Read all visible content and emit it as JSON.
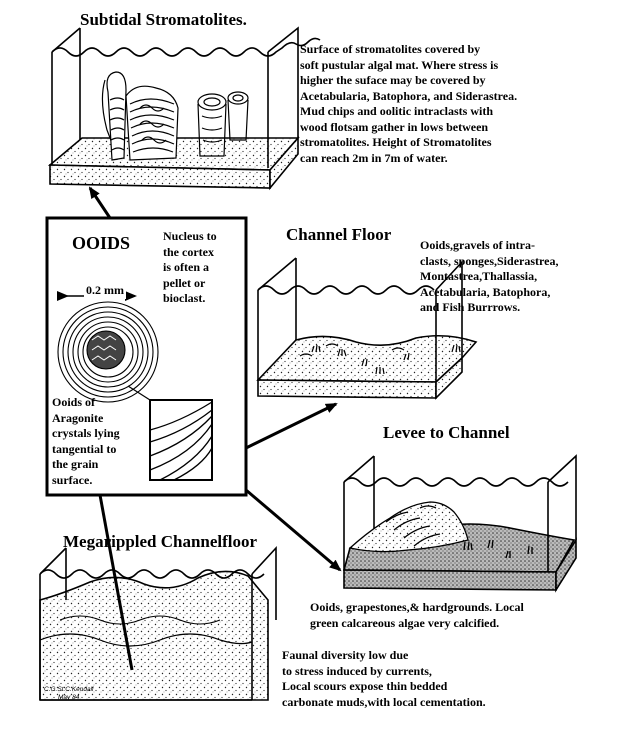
{
  "subtidal": {
    "title": "Subtidal   Stromatolites.",
    "desc": [
      "Surface of stromatolites covered by",
      "soft  pustular algal mat.   Where stress is",
      "higher the suface may be covered by",
      "Acetabularia,  Batophora, and Siderastrea.",
      "Mud chips and oolitic intraclasts with",
      "wood flotsam gather in lows between",
      "stromatolites.  Height of Stromatolites",
      "can reach 2m in 7m of water."
    ]
  },
  "ooids": {
    "title": "OOIDS",
    "nucleus": [
      "Nucleus to",
      "the cortex",
      "is often a",
      "pellet or",
      "bioclast."
    ],
    "scale": "0.2 mm",
    "aragonite": [
      "Ooids  of",
      "Aragonite",
      "crystals lying",
      "tangential to",
      "the grain",
      "surface."
    ]
  },
  "channel_floor": {
    "title": "Channel Floor",
    "desc": [
      "Ooids,gravels of intra-",
      "clasts,  sponges,Siderastrea,",
      "Montastrea,Thallassia,",
      "Acetabularia, Batophora,",
      "and Fish Burrrows."
    ]
  },
  "levee": {
    "title": "Levee to Channel",
    "desc": [
      "Ooids, grapestones,& hardgrounds.  Local",
      "green calcareous algae very calcified."
    ]
  },
  "megarippled": {
    "title": "Megarippled   Channelfloor",
    "desc": [
      "Faunal diversity low due",
      "to stress induced by currents,",
      "Local scours expose thin bedded",
      "carbonate muds,with local cementation."
    ],
    "signature": [
      "C.G.St.C.Kendall",
      "May  84"
    ]
  }
}
